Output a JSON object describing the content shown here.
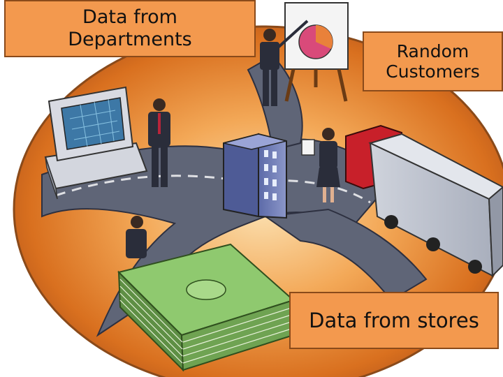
{
  "labels": {
    "departments": "Data from\nDepartments",
    "customers": "Random\nCustomers",
    "stores": "Data from stores"
  },
  "colors": {
    "label_fill": "#f3994e",
    "label_border": "#8a4a1a",
    "backdrop": "#e8862f",
    "road": "#5f6577"
  },
  "icons": [
    "computer-icon",
    "office-building-icon",
    "delivery-truck-icon",
    "money-stack-icon",
    "presentation-easel-icon",
    "businessman-icon",
    "businesswoman-icon"
  ]
}
